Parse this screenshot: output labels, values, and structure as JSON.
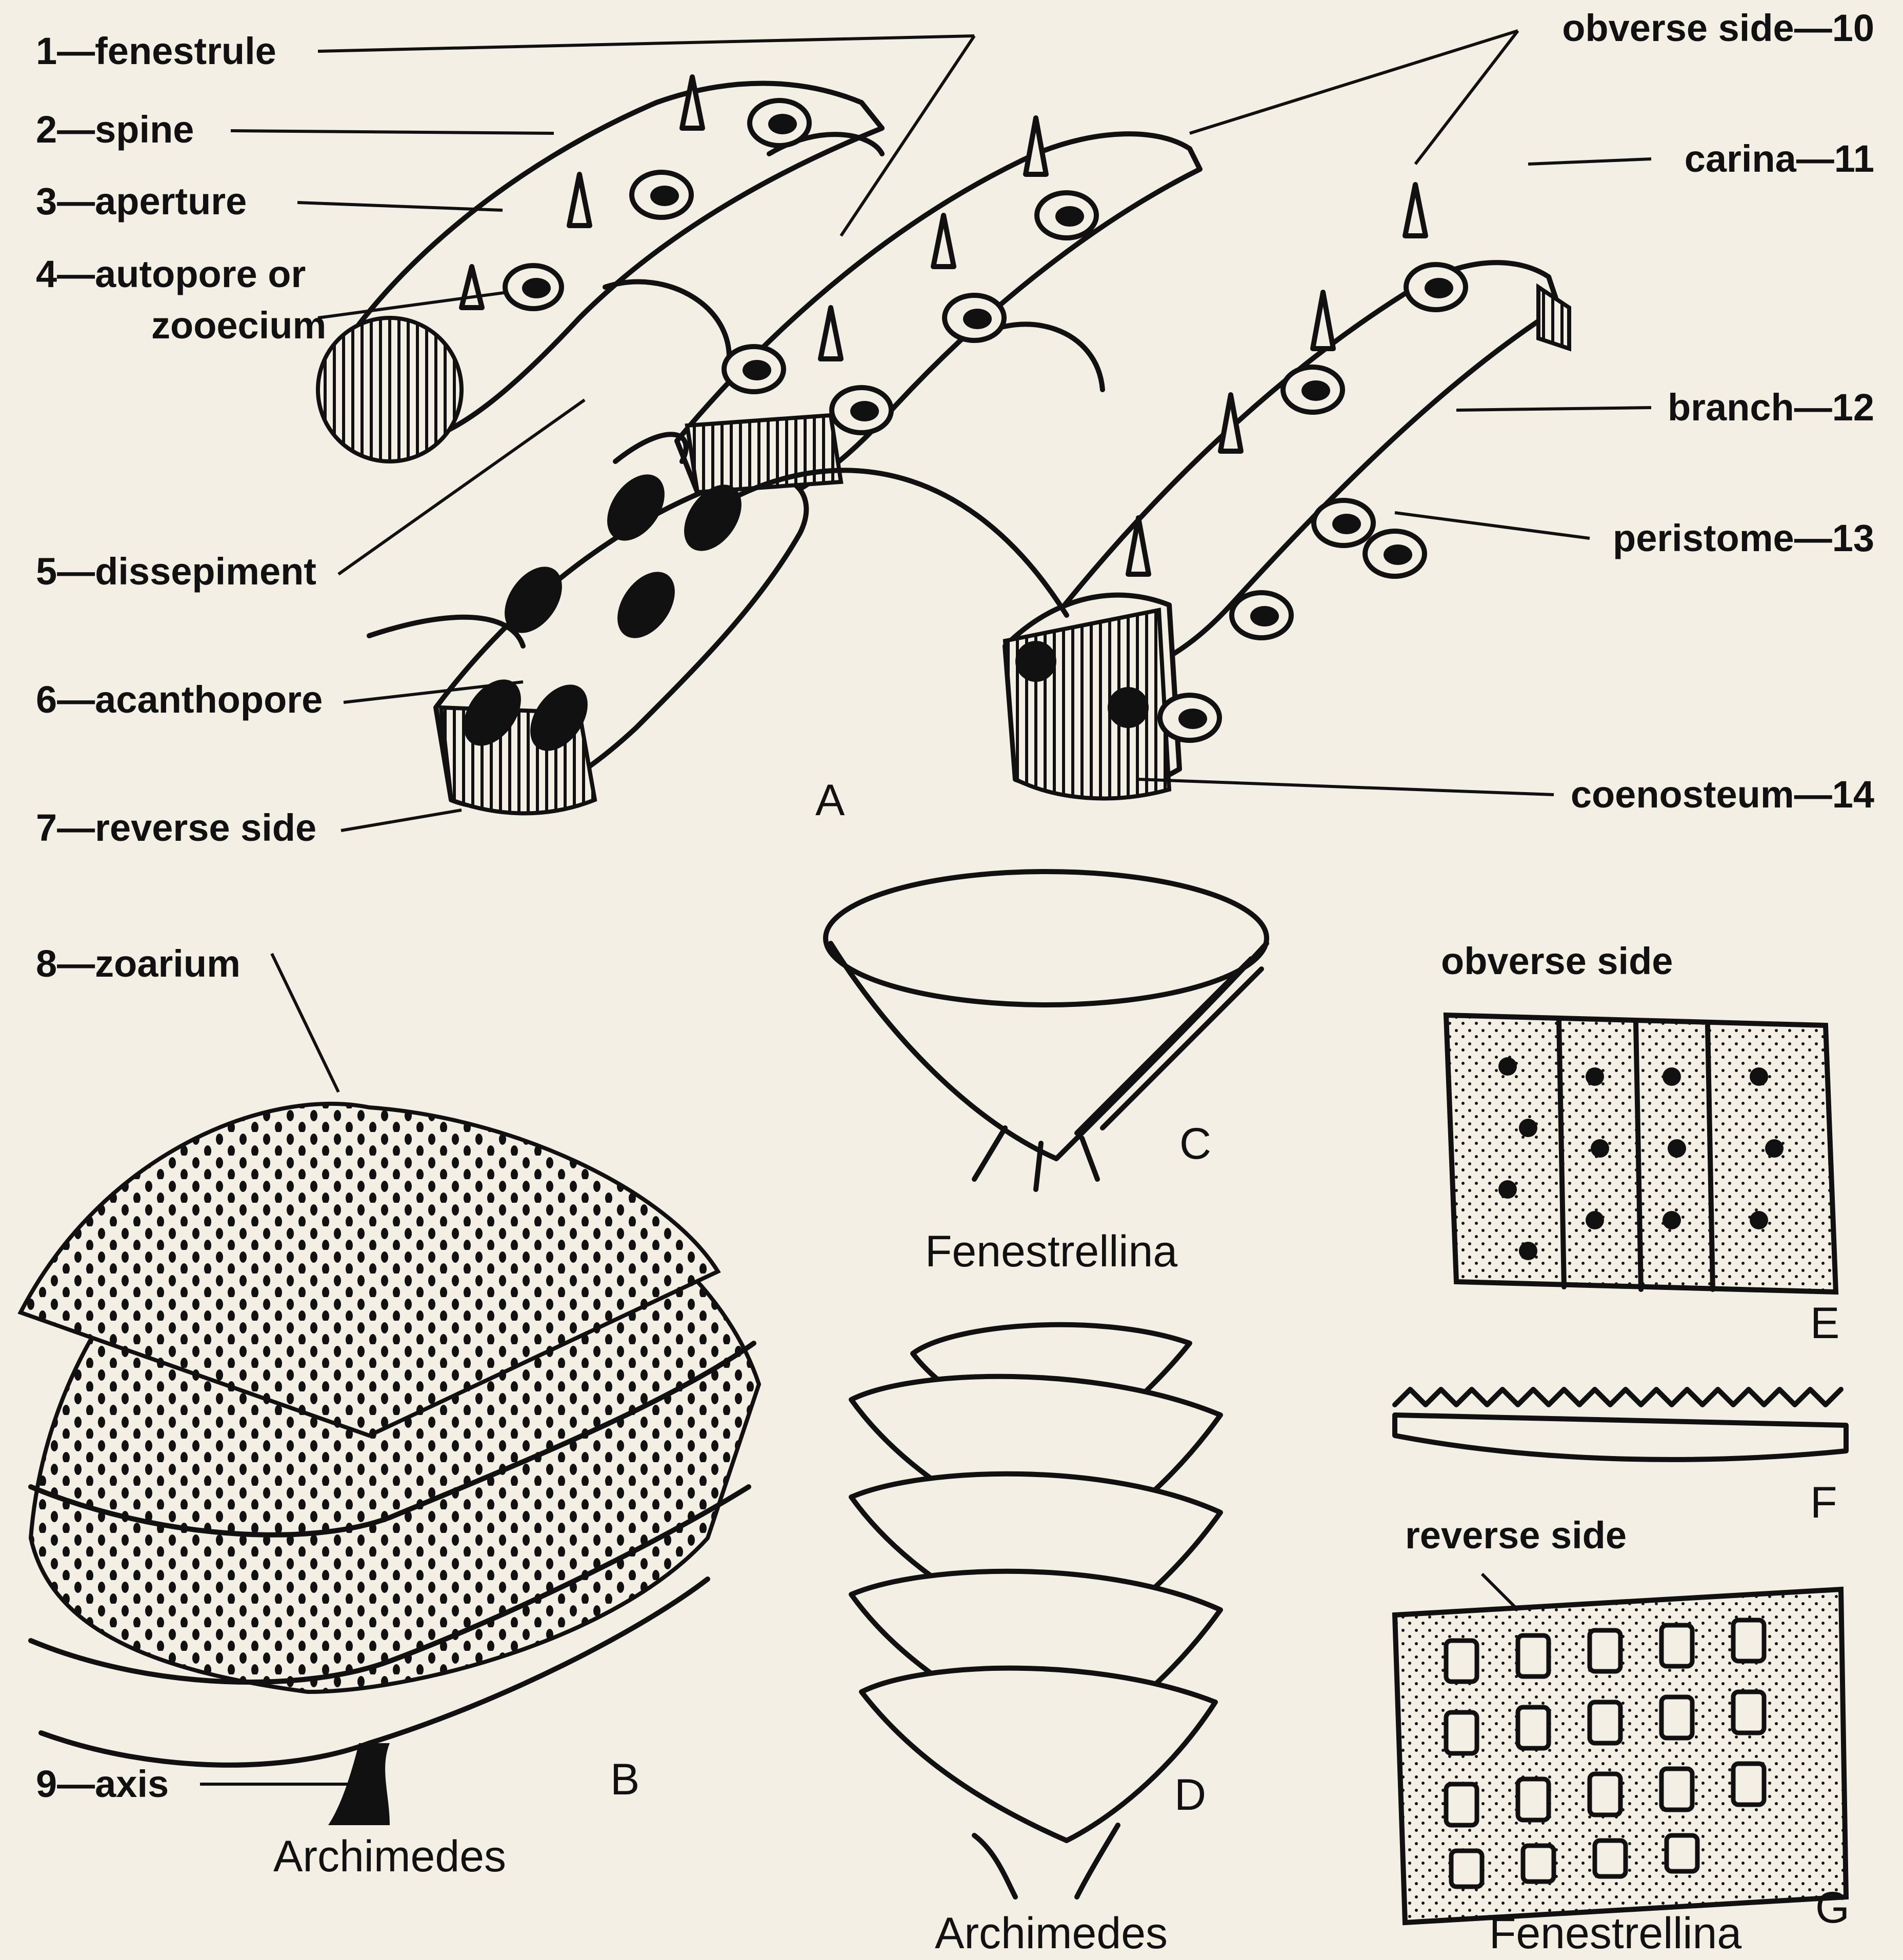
{
  "labels_left": [
    {
      "num": "1",
      "text": "fenestrule"
    },
    {
      "num": "2",
      "text": "spine"
    },
    {
      "num": "3",
      "text": "aperture"
    },
    {
      "num": "4",
      "text": "autopore or"
    },
    {
      "num": "",
      "text": "zooecium"
    },
    {
      "num": "5",
      "text": "dissepiment"
    },
    {
      "num": "6",
      "text": "acanthopore"
    },
    {
      "num": "7",
      "text": "reverse side"
    },
    {
      "num": "8",
      "text": "zoarium"
    },
    {
      "num": "9",
      "text": "axis"
    }
  ],
  "labels_right": [
    {
      "num": "10",
      "text": "obverse side"
    },
    {
      "num": "11",
      "text": "carina"
    },
    {
      "num": "12",
      "text": "branch"
    },
    {
      "num": "13",
      "text": "peristome"
    },
    {
      "num": "14",
      "text": "coenosteum"
    }
  ],
  "panel_letters": [
    "A",
    "B",
    "C",
    "D",
    "E",
    "F",
    "G"
  ],
  "captions": {
    "B": "Archimedes",
    "C": "Fenestrellina",
    "D": "Archimedes",
    "G": "Fenestrellina"
  },
  "sublabels": {
    "E": "obverse side",
    "G": "reverse side"
  }
}
